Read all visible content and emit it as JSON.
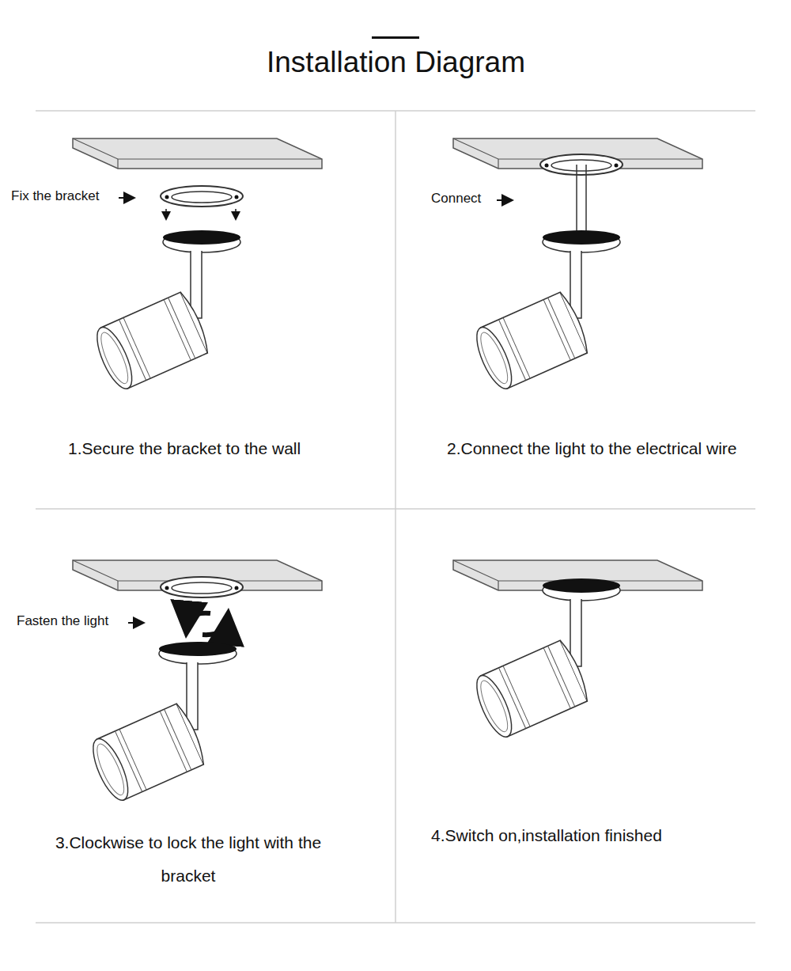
{
  "diagram": {
    "title": "Installation Diagram",
    "labels": [
      "Fix the bracket",
      "1.Secure the bracket to the wall",
      "Connect",
      "2.Connect the light to the electrical wire",
      "Fasten the light",
      "3.Clockwise to lock the light with the bracket",
      "4.Switch on,installation finished"
    ]
  }
}
